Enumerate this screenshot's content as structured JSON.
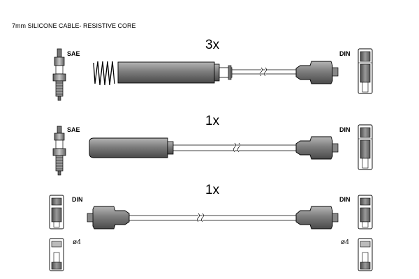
{
  "header": {
    "title": "7mm SILICONE CABLE- RESISTIVE CORE"
  },
  "rows": [
    {
      "quantity": "3x",
      "left_connector": "SAE",
      "right_connector": "DIN"
    },
    {
      "quantity": "1x",
      "left_connector": "SAE",
      "right_connector": "DIN"
    },
    {
      "quantity": "1x",
      "left_connector": "DIN",
      "right_connector": "DIN"
    }
  ],
  "footer": {
    "left_label": "ø4",
    "right_label": "ø4"
  },
  "colors": {
    "boot_fill": "#8a8a8a",
    "boot_dark": "#5a5a5a",
    "line": "#000000",
    "background": "#ffffff"
  }
}
